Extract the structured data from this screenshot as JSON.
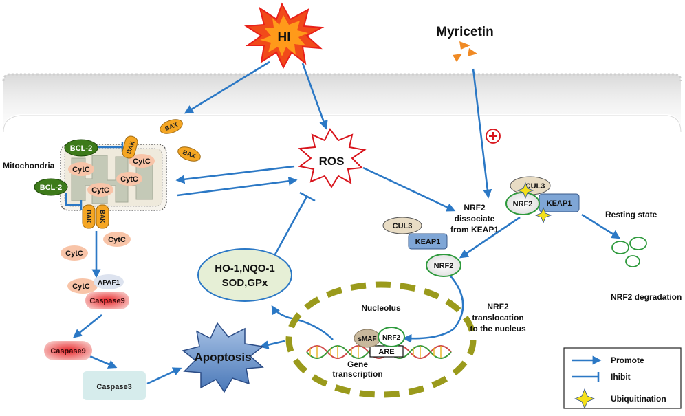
{
  "labels": {
    "hi": "HI",
    "myricetin": "Myricetin",
    "ros": "ROS",
    "mitochondria": "Mitochondria",
    "bcl2": "BCL-2",
    "bax": "BAX",
    "bak": "BAK",
    "cytc": "CytC",
    "apaf1": "APAF1",
    "caspase9": "Caspase9",
    "caspase3": "Caspase3",
    "apoptosis": "Apoptosis",
    "antioxidant_line1": "HO-1,NQO-1",
    "antioxidant_line2": "SOD,GPx",
    "nucleolus": "Nucleolus",
    "smaf": "sMAF",
    "nrf2": "NRF2",
    "are": "ARE",
    "gene_line1": "Gene",
    "gene_line2": "transcription",
    "cul3": "CUL3",
    "keap1": "KEAP1",
    "dissociate_line1": "NRF2",
    "dissociate_line2": "dissociate",
    "dissociate_line3": "from KEAP1",
    "translocation_line1": "NRF2",
    "translocation_line2": "translocation",
    "translocation_line3": "to the nucleus",
    "resting_state": "Resting state",
    "degradation": "NRF2 degradation"
  },
  "legend": {
    "promote": "Promote",
    "inhibit": "Ihibit",
    "ubiquitination": "Ubiquitination"
  },
  "colors": {
    "arrow": "#2b78c5",
    "membrane": "#cfcfcf",
    "bcl2": "#3d7a1a",
    "bax_bak": "#f5a623",
    "cytc": "#f8c4a8",
    "caspase_red": "#e8262a",
    "caspase3": "#d6ecec",
    "apoptosis": "#4a78b8",
    "antioxidant": "#e6efd6",
    "nucleolus": "#9a9a1c",
    "keap1": "#7fa6d6",
    "cul3": "#e8dcc4",
    "nrf2_ring": "#2e9a3c",
    "hi_star": "#e8201a",
    "myricetin": "#f08a24",
    "plus": "#d8141c"
  }
}
